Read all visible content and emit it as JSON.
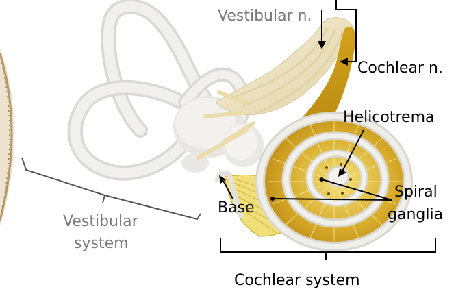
{
  "labels": {
    "vestibular_nerve": "Vestibular n.",
    "cochlear_nerve": "Cochlear n.",
    "helicotrema": "Helicotrema",
    "spiral_ganglia_line1": "Spiral",
    "spiral_ganglia_line2": "ganglia",
    "base": "Base",
    "vestibular_system_line1": "Vestibular",
    "vestibular_system_line2": "system",
    "cochlear_system": "Cochlear system"
  },
  "colors": {
    "label_dark": "#000000",
    "label_gray": "#7a7a7a",
    "bone_white": "#ecebe8",
    "nerve_cream": "#efe3c2",
    "cochlea_gold": "#c99a16",
    "fiber_yellow": "#e6cf3a",
    "eardrum_tan": "#e6d5b3"
  },
  "icons": [
    "inner-ear-illustration",
    "cochlea-spiral",
    "semicircular-canals",
    "tympanic-membrane"
  ]
}
